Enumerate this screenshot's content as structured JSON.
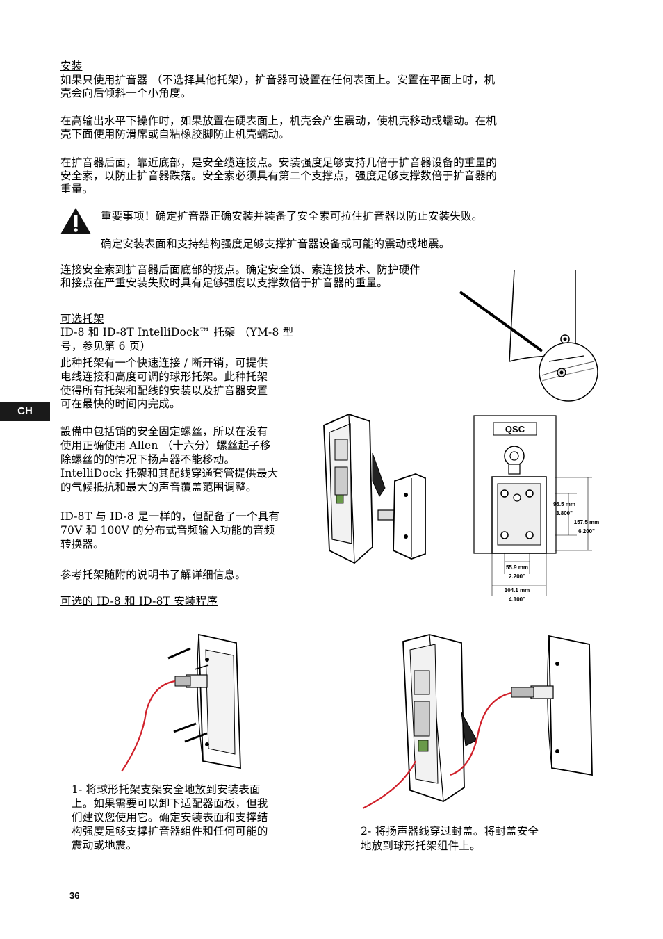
{
  "install": {
    "heading": "安装",
    "p1_line1": "如果只使用扩音器 （不选择其他托架），扩音器可设置在任何表面上。安置在平面上时，机",
    "p1_line2": "壳会向后倾斜一个小角度。",
    "p2_line1": "在高输出水平下操作时，如果放置在硬表面上，机壳会产生震动，使机壳移动或蠕动。在机",
    "p2_line2": "壳下面使用防滑席或自粘橡胶脚防止机壳蠕动。",
    "p3_line1": "在扩音器后面，靠近底部，是安全缆连接点。安装强度足够支持几倍于扩音器设备的重量的",
    "p3_line2": "安全索，以防止扩音器跌落。安全索必须具有第二个支撑点，强度足够支撑数倍于扩音器的",
    "p3_line3": "重量。"
  },
  "warning": {
    "line1": "重要事项！确定扩音器正确安装并装备了安全索可拉住扩音器以防止安装失败。",
    "line2": "确定安装表面和支持结构强度足够支撑扩音器设备或可能的震动或地震。"
  },
  "safety": {
    "line1": "连接安全索到扩音器后面底部的接点。确定安全锁、索连接技术、防护硬件",
    "line2": "和接点在严重安装失败时具有足够强度以支撑数倍于扩音器的重量。"
  },
  "optional": {
    "heading": "可选托架",
    "l1": "ID-8 和 ID-8T IntelliDock™ 托架 （YM-8 型",
    "l2": "号，参见第 6 页）",
    "l3": "此种托架有一个快速连接 / 断开销，可提供",
    "l4": "电线连接和高度可调的球形托架。此种托架",
    "l5": "使得所有托架和配线的安装以及扩音器安置",
    "l6": "可在最快的时间内完成。",
    "l7": "設備中包括销的安全固定螺丝，所以在没有",
    "l8": "使用正确使用 Allen （十六分）螺丝起子移",
    "l9": "除螺丝的的情况下扬声器不能移动。",
    "l10": "IntelliDock 托架和其配线穿通套管提供最大",
    "l11": "的气候抵抗和最大的声音覆盖范围调整。",
    "l12": "ID-8T 与 ID-8 是一样的，但配备了一个具有",
    "l13": "70V 和 100V 的分布式音频输入功能的音频",
    "l14": "转换器。",
    "l15": "参考托架随附的说明书了解详细信息。",
    "procedure_heading": "可选的 ID-8 和 ID-8T 安装程序"
  },
  "diagram": {
    "brand": "QSC",
    "dim1_mm": "96.5 mm",
    "dim1_in": "3.800\"",
    "dim2_mm": "157.5 mm",
    "dim2_in": "6.200\"",
    "dim3_mm": "55.9 mm",
    "dim3_in": "2.200\"",
    "dim4_mm": "104.1 mm",
    "dim4_in": "4.100\""
  },
  "step1": {
    "l1": "1- 将球形托架支架安全地放到安装表面",
    "l2": "上。如果需要可以卸下适配器面板，但我",
    "l3": "们建议您使用它。确定安装表面和支撑结",
    "l4": "构强度足够支撑扩音器组件和任何可能的",
    "l5": "震动或地震。"
  },
  "step2": {
    "l1": "2- 将扬声器线穿过封盖。将封盖安全",
    "l2": "地放到球形托架组件上。"
  },
  "side_tab": "CH",
  "page_number": "36",
  "colors": {
    "cable_red": "#d0202a",
    "tab_bg": "#1a1a1a"
  }
}
